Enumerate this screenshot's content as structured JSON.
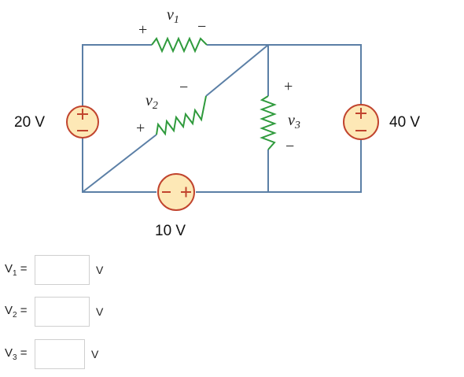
{
  "circuit": {
    "sources": {
      "left": {
        "value": "20 V",
        "plus": "+",
        "minus": "−"
      },
      "bottom": {
        "value": "10 V",
        "plus": "+",
        "minus": "−"
      },
      "right": {
        "value": "40 V",
        "plus": "+",
        "minus": "−"
      }
    },
    "resistors": {
      "r1": {
        "var": "v",
        "sub": "1",
        "plus": "+",
        "minus": "−"
      },
      "r2": {
        "var": "v",
        "sub": "2",
        "plus": "+",
        "minus": "−"
      },
      "r3": {
        "var": "v",
        "sub": "3",
        "plus": "+",
        "minus": "−"
      }
    },
    "colors": {
      "wire": "#5b7fa6",
      "resistor": "#2f9a3c",
      "source_fill": "#fde8b6",
      "source_stroke": "#c1442e"
    }
  },
  "answers": [
    {
      "label": "V",
      "sub": "1",
      "eq": "=",
      "value": "",
      "unit": "V"
    },
    {
      "label": "V",
      "sub": "2",
      "eq": "=",
      "value": "",
      "unit": "V"
    },
    {
      "label": "V",
      "sub": "3",
      "eq": "=",
      "value": "",
      "unit": "V"
    }
  ]
}
